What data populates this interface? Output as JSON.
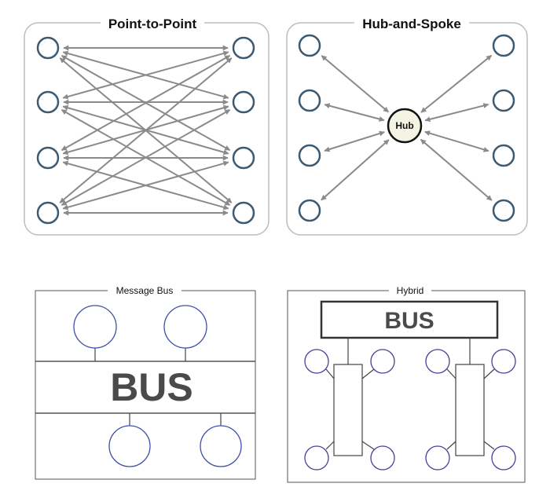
{
  "panels": {
    "point_to_point": {
      "title": "Point-to-Point",
      "node_color": "#3d5a73",
      "arrow_color": "#8a8a8a"
    },
    "hub_and_spoke": {
      "title": "Hub-and-Spoke",
      "hub_label": "Hub",
      "hub_fill": "#f4f4e4",
      "node_color": "#3d5a73",
      "arrow_color": "#8a8a8a"
    },
    "message_bus": {
      "title": "Message Bus",
      "bus_label": "BUS",
      "node_color": "#3f4fa8"
    },
    "hybrid": {
      "title": "Hybrid",
      "bus_label": "BUS",
      "node_color": "#4b3f9a"
    }
  }
}
